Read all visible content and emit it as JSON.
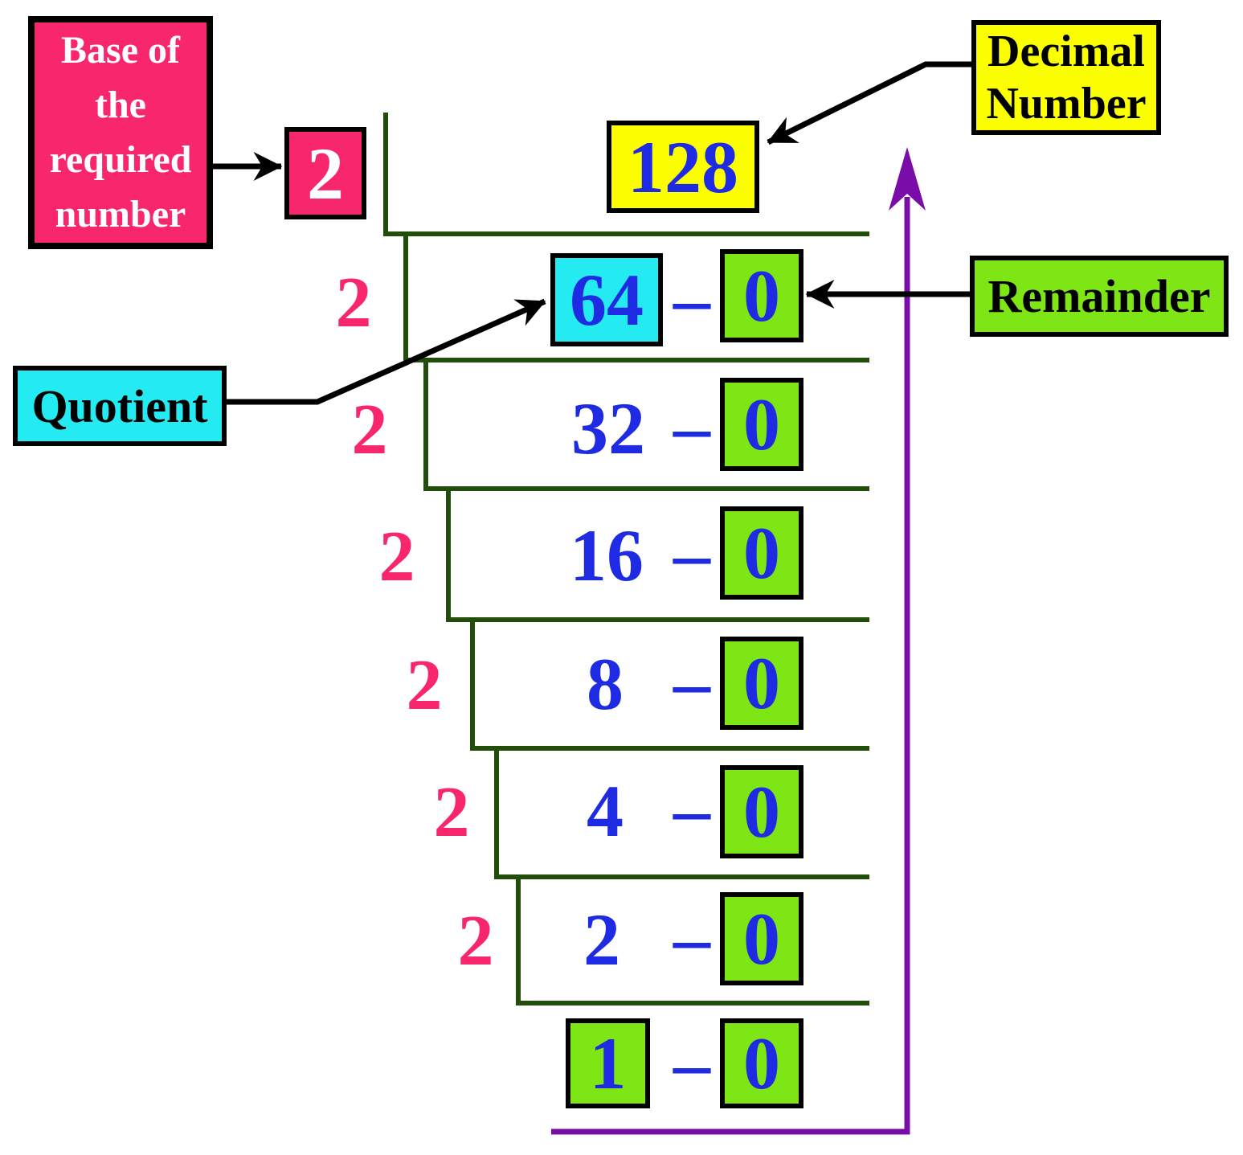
{
  "title_hint": "Decimal to binary conversion of 128 by successive division by 2",
  "palette": {
    "pink": "#F8266C",
    "yellow": "#FBFF00",
    "cyan": "#24EBF2",
    "green": "#7FE615",
    "ladder_green": "#234D0B",
    "number_blue": "#1E2BE3",
    "purple": "#7A0CA8",
    "black": "#000000",
    "white_text": "#FFFFFF"
  },
  "labels": {
    "base": "Base of\nthe\nrequired\nnumber",
    "decimal": "Decimal\nNumber",
    "quotient": "Quotient",
    "remainder": "Remainder"
  },
  "conversion": {
    "base_value": "2",
    "decimal_value": "128",
    "separator": "–",
    "steps": [
      {
        "divisor": "2",
        "quotient": "64",
        "remainder": "0"
      },
      {
        "divisor": "2",
        "quotient": "32",
        "remainder": "0"
      },
      {
        "divisor": "2",
        "quotient": "16",
        "remainder": "0"
      },
      {
        "divisor": "2",
        "quotient": "8",
        "remainder": "0"
      },
      {
        "divisor": "2",
        "quotient": "4",
        "remainder": "0"
      },
      {
        "divisor": "2",
        "quotient": "2",
        "remainder": "0"
      }
    ],
    "final": {
      "quotient": "1",
      "remainder": "0"
    }
  }
}
